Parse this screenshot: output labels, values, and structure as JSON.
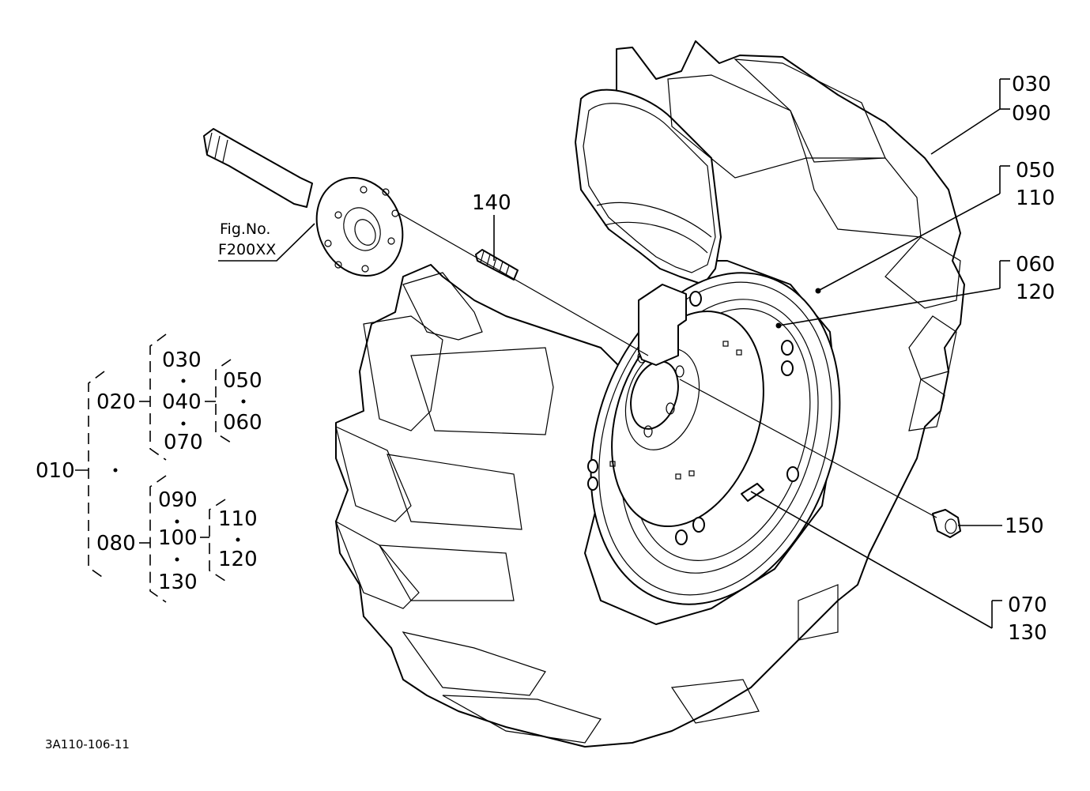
{
  "drawing_ref": "3A110-106-11",
  "fig_ref": {
    "line1": "Fig.No.",
    "line2": "F200XX"
  },
  "callouts": {
    "c030_090": [
      "030",
      "090"
    ],
    "c050_110": [
      "050",
      "110"
    ],
    "c060_120": [
      "060",
      "120"
    ],
    "c070_130": [
      "070",
      "130"
    ],
    "c140": "140",
    "c150": "150"
  },
  "tree": {
    "root": "010",
    "branch_a": "020",
    "branch_b": "080",
    "a_items": [
      "030",
      "040",
      "070"
    ],
    "a_sub": [
      "050",
      "060"
    ],
    "b_items": [
      "090",
      "100",
      "130"
    ],
    "b_sub": [
      "110",
      "120"
    ]
  }
}
